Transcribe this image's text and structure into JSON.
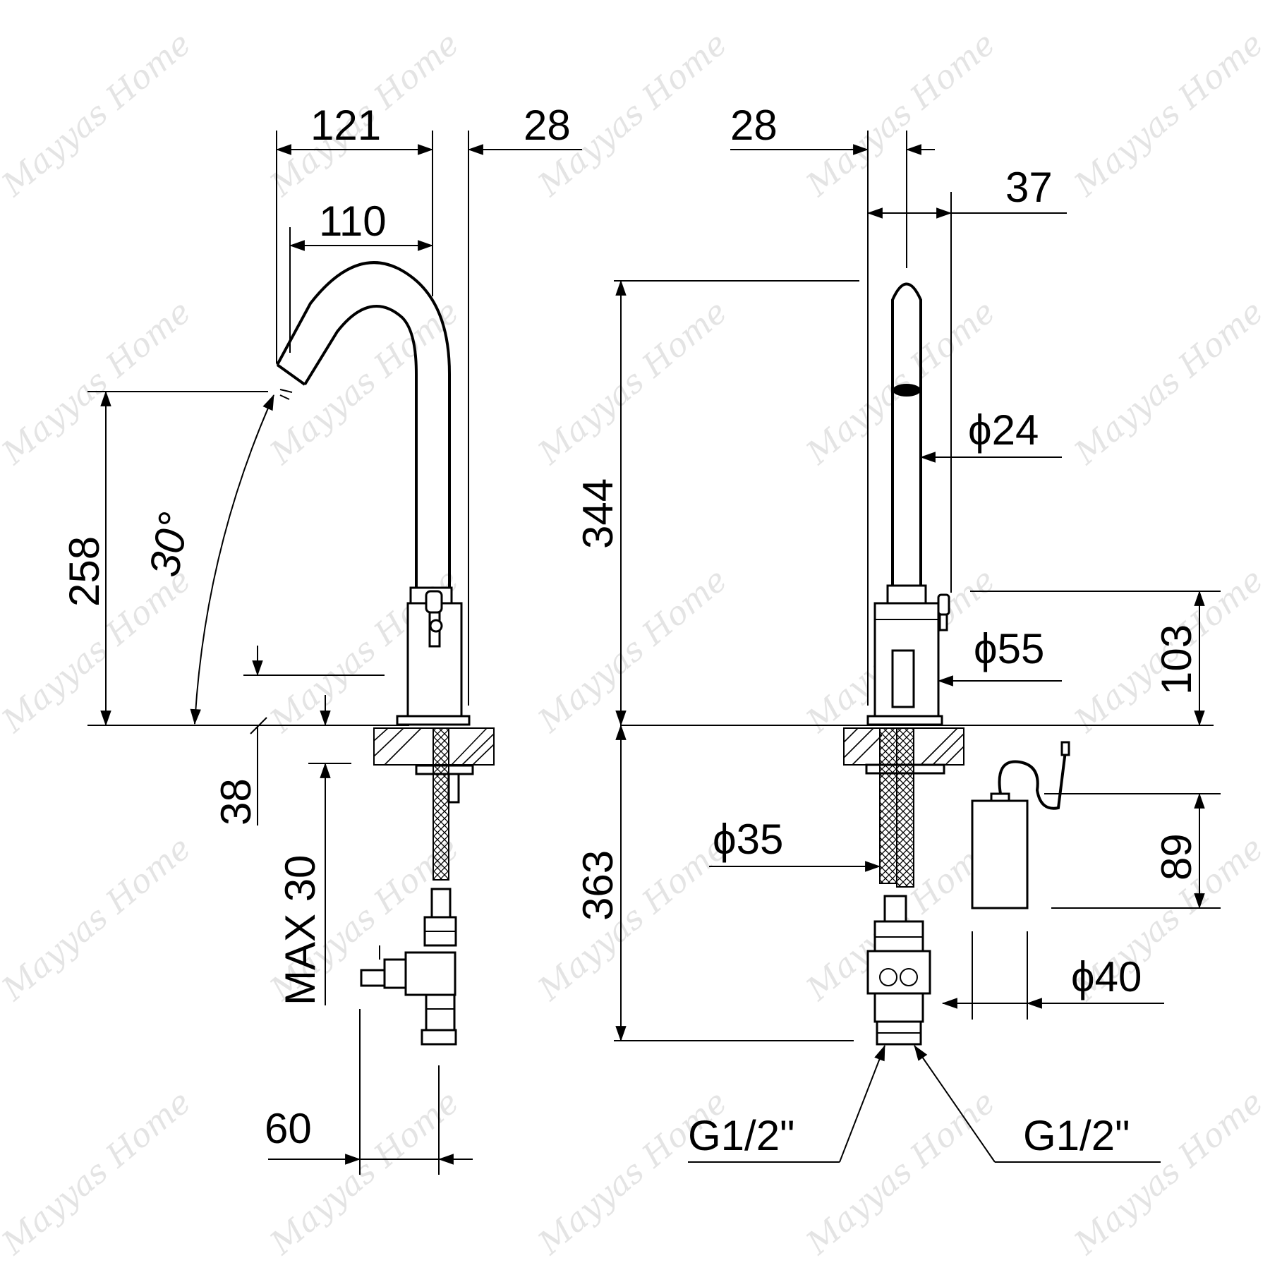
{
  "watermark": "Mayyas Home",
  "side_view": {
    "width_total": "121",
    "wall_offset": "28",
    "spout_reach": "110",
    "spout_height": "258",
    "spray_angle": "30°",
    "deck_thickness": "38",
    "max_deck": "MAX 30",
    "valve_offset": "60"
  },
  "front_view": {
    "top_offset": "28",
    "sensor_offset": "37",
    "height_above_deck": "344",
    "spout_diameter": "ϕ24",
    "base_height": "103",
    "base_diameter": "ϕ55",
    "hose_length": "363",
    "hose_diameter": "ϕ35",
    "battery_height": "89",
    "battery_diameter": "ϕ40",
    "thread_left": "G1/2\"",
    "thread_right": "G1/2\""
  }
}
